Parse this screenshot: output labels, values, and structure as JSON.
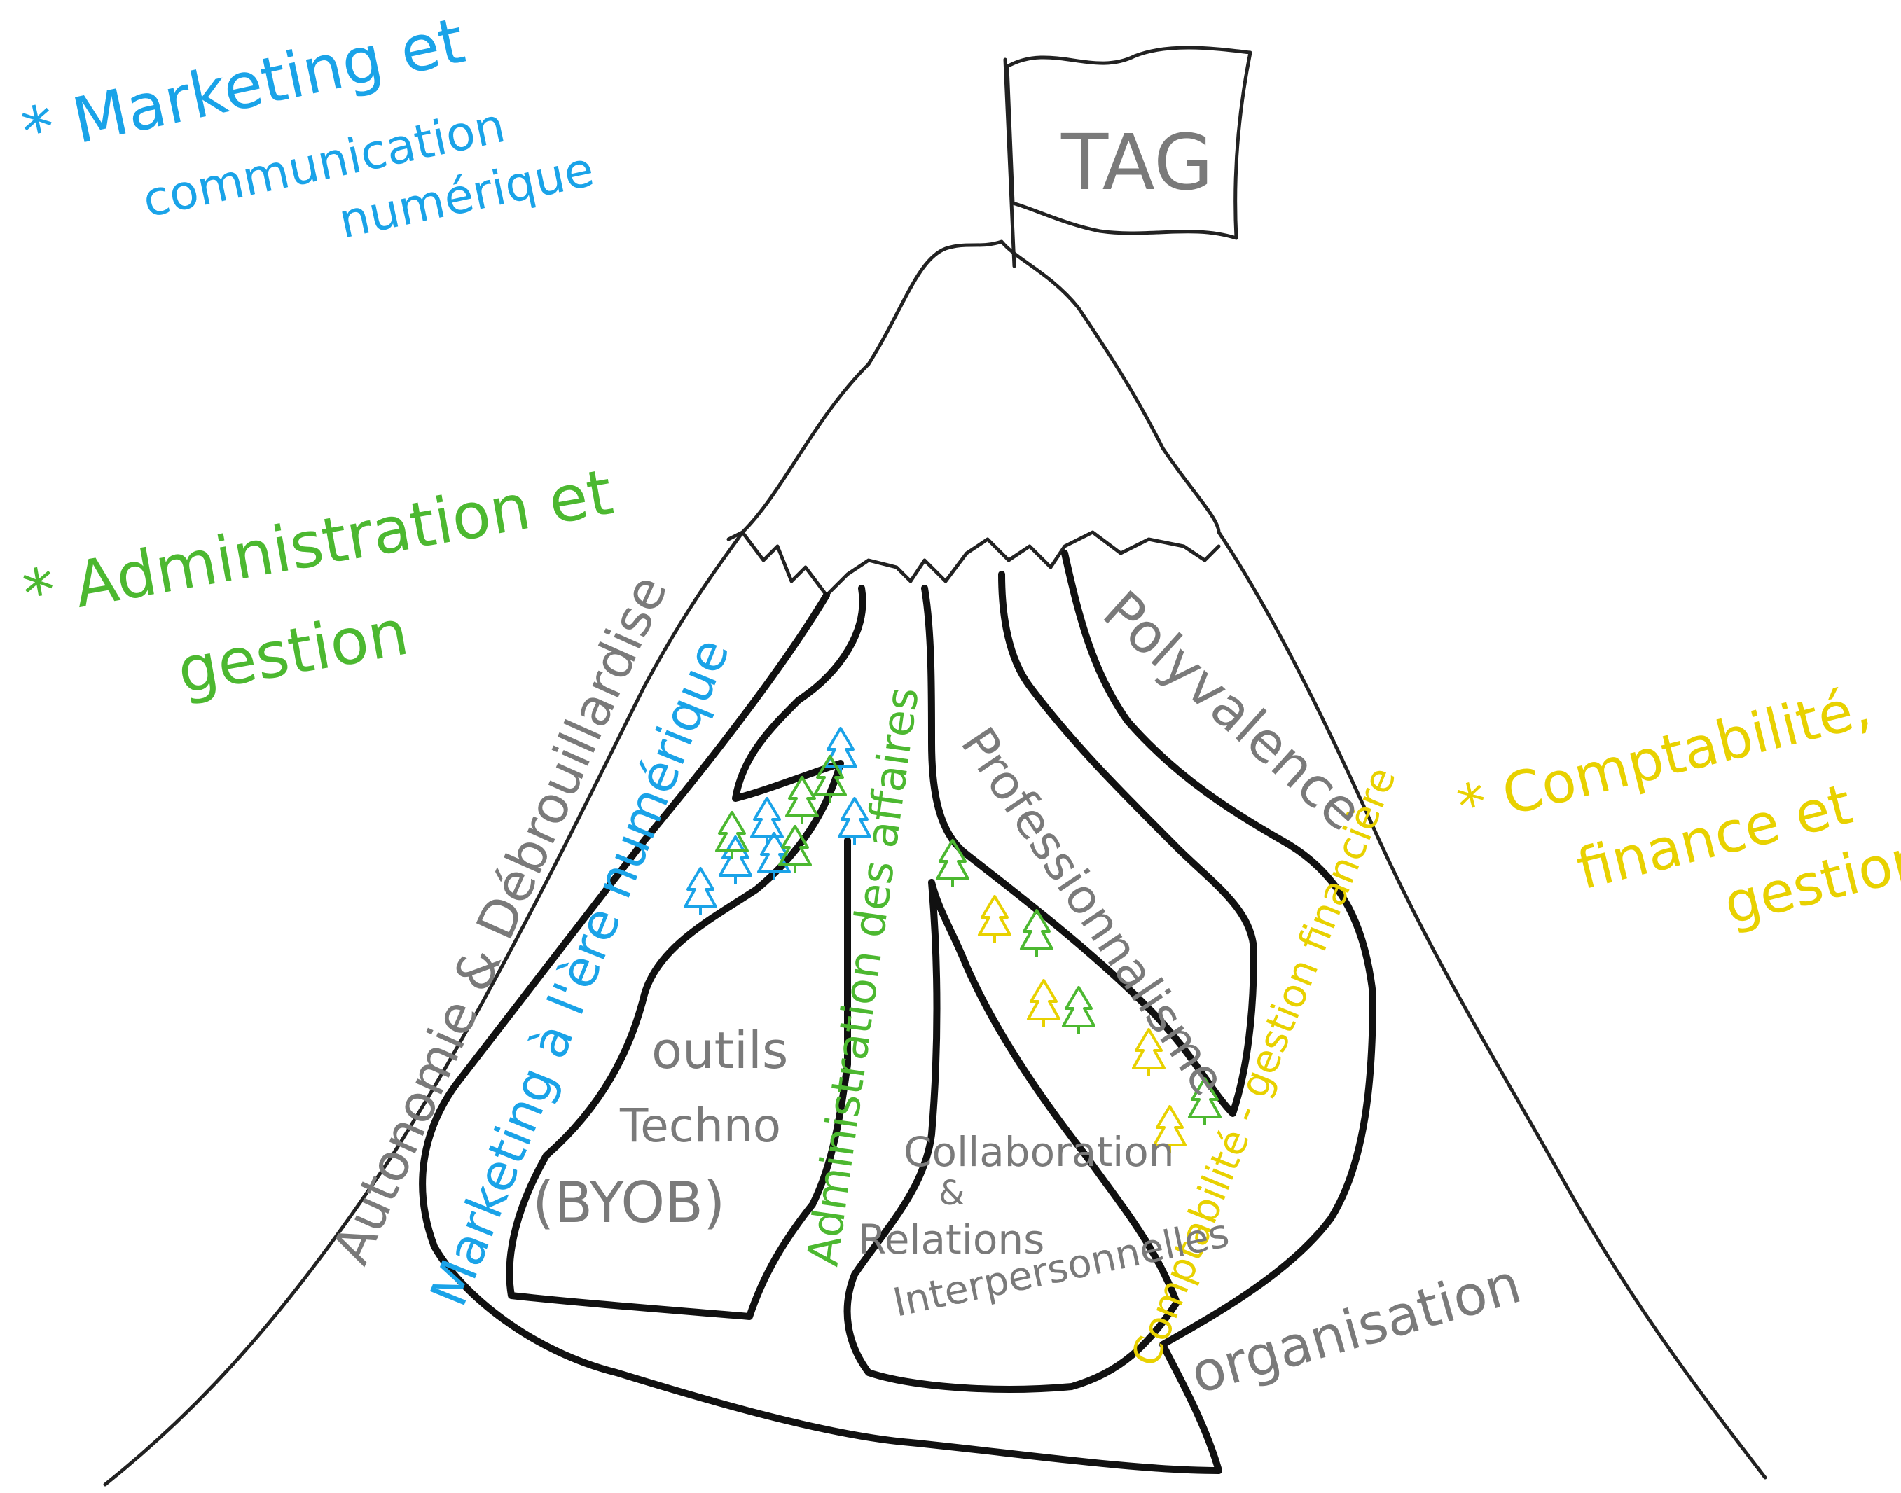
{
  "colors": {
    "blue": "#1aa3e8",
    "green": "#4cb830",
    "yellow": "#e8d100",
    "grey": "#7a7a7a",
    "ink": "#111111"
  },
  "legend": {
    "marketing": "* Marketing et communication numérique",
    "administration": "* Administration et gestion",
    "comptabilite": "* Comptabilité, finance et gestion"
  },
  "flag": {
    "label": "TAG"
  },
  "paths": {
    "marketing": "Marketing à l'ère numérique",
    "administration": "Administration des affaires",
    "comptabilite": "Comptabilité - gestion financière"
  },
  "zones": {
    "autonomie": "Autonomie & Débrouillardise",
    "outils_line1": "outils",
    "outils_line2": "Techno",
    "outils_line3": "(BYOB)",
    "collab_line1": "Collaboration",
    "collab_line2": "&",
    "collab_line3": "Relations",
    "collab_line4": "Interpersonnelles",
    "professionnalisme": "Professionnalisme",
    "polyvalence": "Polyvalence",
    "organisation": "organisation"
  }
}
